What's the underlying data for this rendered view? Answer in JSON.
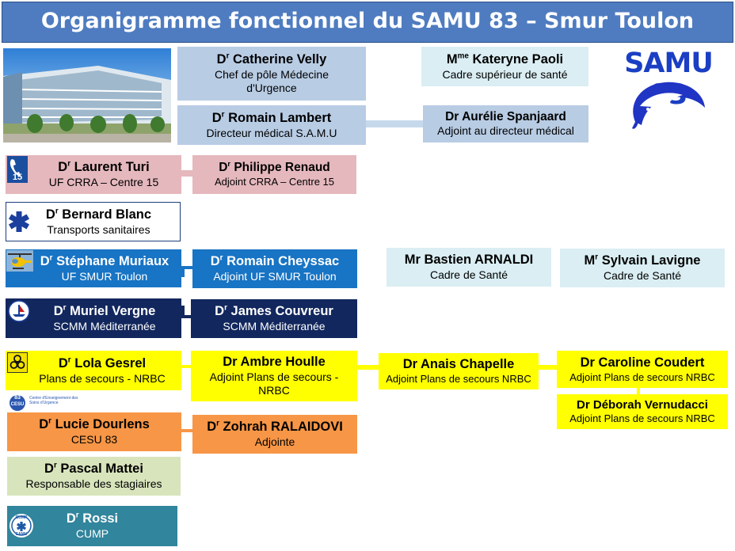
{
  "header": {
    "title": "Organigramme fonctionnel du SAMU 83 – Smur Toulon"
  },
  "logo": {
    "text": "SAMU 83",
    "color": "#1a3fc4"
  },
  "boxes": {
    "velly": {
      "title": "D",
      "name": "Catherine Velly",
      "role": "Chef de pôle Médecine d'Urgence"
    },
    "paoli": {
      "title": "M",
      "name": "Kateryne Paoli",
      "role": "Cadre supérieur de santé"
    },
    "lambert": {
      "title": "D",
      "name": "Romain Lambert",
      "role": "Directeur médical S.A.M.U"
    },
    "spanjaard": {
      "name": "Dr Aurélie Spanjaard",
      "role": "Adjoint au directeur médical"
    },
    "turi": {
      "title": "D",
      "name": "Laurent Turi",
      "role": "UF CRRA – Centre 15"
    },
    "renaud": {
      "title": "D",
      "name": "Philippe Renaud",
      "role": "Adjoint CRRA – Centre 15"
    },
    "blanc": {
      "title": "D",
      "name": "Bernard Blanc",
      "role": "Transports sanitaires"
    },
    "muriaux": {
      "title": "D",
      "name": "Stéphane Muriaux",
      "role": "UF SMUR Toulon"
    },
    "cheyssac": {
      "title": "D",
      "name": "Romain Cheyssac",
      "role": "Adjoint UF SMUR Toulon"
    },
    "arnaldi": {
      "name": "Mr Bastien ARNALDI",
      "role": "Cadre de Santé"
    },
    "lavigne": {
      "title": "M",
      "name": "Sylvain Lavigne",
      "role": "Cadre de Santé"
    },
    "vergne": {
      "title": "D",
      "name": "Muriel Vergne",
      "role": "SCMM Méditerranée"
    },
    "couvreur": {
      "title": "D",
      "name": "James Couvreur",
      "role": "SCMM Méditerranée"
    },
    "gesrel": {
      "title": "D",
      "name": "Lola Gesrel",
      "role": "Plans de secours - NRBC"
    },
    "houlle": {
      "name": "Dr Ambre Houlle",
      "role": "Adjoint Plans de secours - NRBC"
    },
    "chapelle": {
      "name": "Dr Anais Chapelle",
      "role": "Adjoint Plans de secours NRBC"
    },
    "coudert": {
      "name": "Dr Caroline Coudert",
      "role": "Adjoint Plans de secours NRBC"
    },
    "vernudacci": {
      "name": "Dr Déborah Vernudacci",
      "role": "Adjoint Plans de secours NRBC"
    },
    "dourlens": {
      "title": "D",
      "name": "Lucie Dourlens",
      "role": "CESU 83"
    },
    "ralaidovi": {
      "title": "D",
      "name": "Zohrah RALAIDOVI",
      "role": "Adjointe"
    },
    "mattei": {
      "title": "D",
      "name": " Pascal Mattei",
      "role": "Responsable des stagiaires"
    },
    "rossi": {
      "title": "D",
      "name": "Rossi",
      "role": "CUMP"
    }
  },
  "superscripts": {
    "r": "r",
    "me": "me"
  },
  "icons": {
    "building": "hospital-building-photo",
    "centre15": "phone-15-icon",
    "star": "star-of-life-icon",
    "helicopter": "helicopter-icon",
    "scmm": "scmm-emblem-icon",
    "nrbc": "biohazard-icon",
    "cesu": "cesu-logo-icon",
    "cump": "cump-logo-icon",
    "dolphin": "dolphin-icon"
  },
  "cesu_logo_label": {
    "num": "83",
    "abbr": "CESU",
    "text": "Centre d'Enseignement des Soins d'Urgence"
  },
  "cump_logo_label": {
    "top": "CUMP",
    "bottom": "SAMU"
  },
  "phone_icon_label": "15"
}
